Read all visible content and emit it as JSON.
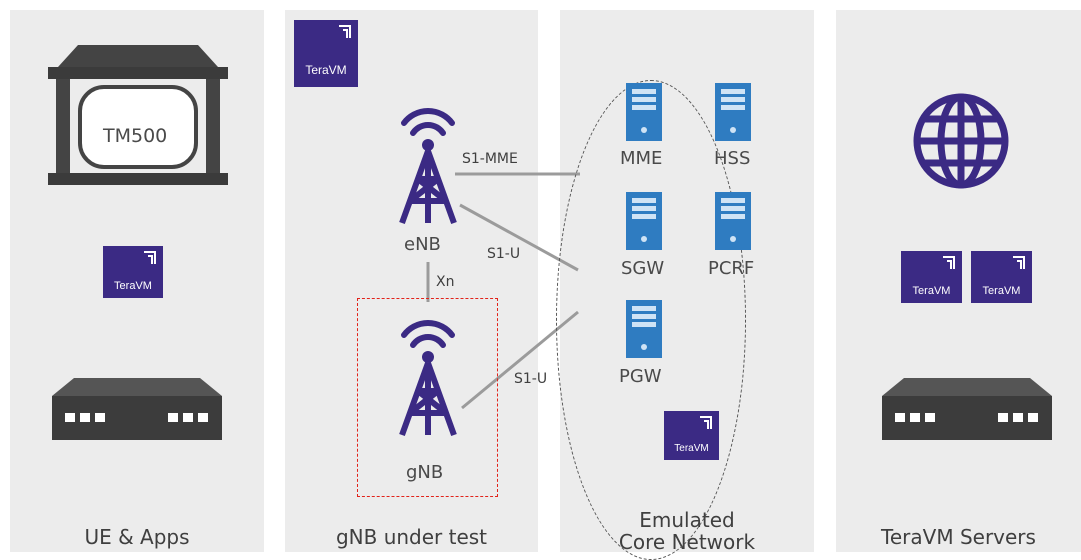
{
  "panels": {
    "ue": {
      "caption": "UE & Apps",
      "device_label": "TM500"
    },
    "gnb": {
      "caption": "gNB under test",
      "enb_label": "eNB",
      "gnb_label": "gNB",
      "xn_label": "Xn"
    },
    "core": {
      "caption_line1": "Emulated",
      "caption_line2": "Core Network",
      "servers": [
        "MME",
        "HSS",
        "SGW",
        "PCRF",
        "PGW"
      ]
    },
    "servers": {
      "caption": "TeraVM Servers"
    }
  },
  "links": {
    "s1_mme": "S1-MME",
    "s1_u_enb": "S1-U",
    "s1_u_gnb": "S1-U"
  },
  "logo_text": "TeraVM",
  "colors": {
    "brand": "#3b2a84",
    "server_blue": "#2f7cc1",
    "panel_bg": "#ececec",
    "dashed_red": "#e2231a"
  },
  "icons": [
    "router-icon",
    "teravm-logo-icon",
    "cell-tower-icon",
    "server-icon",
    "globe-icon"
  ]
}
